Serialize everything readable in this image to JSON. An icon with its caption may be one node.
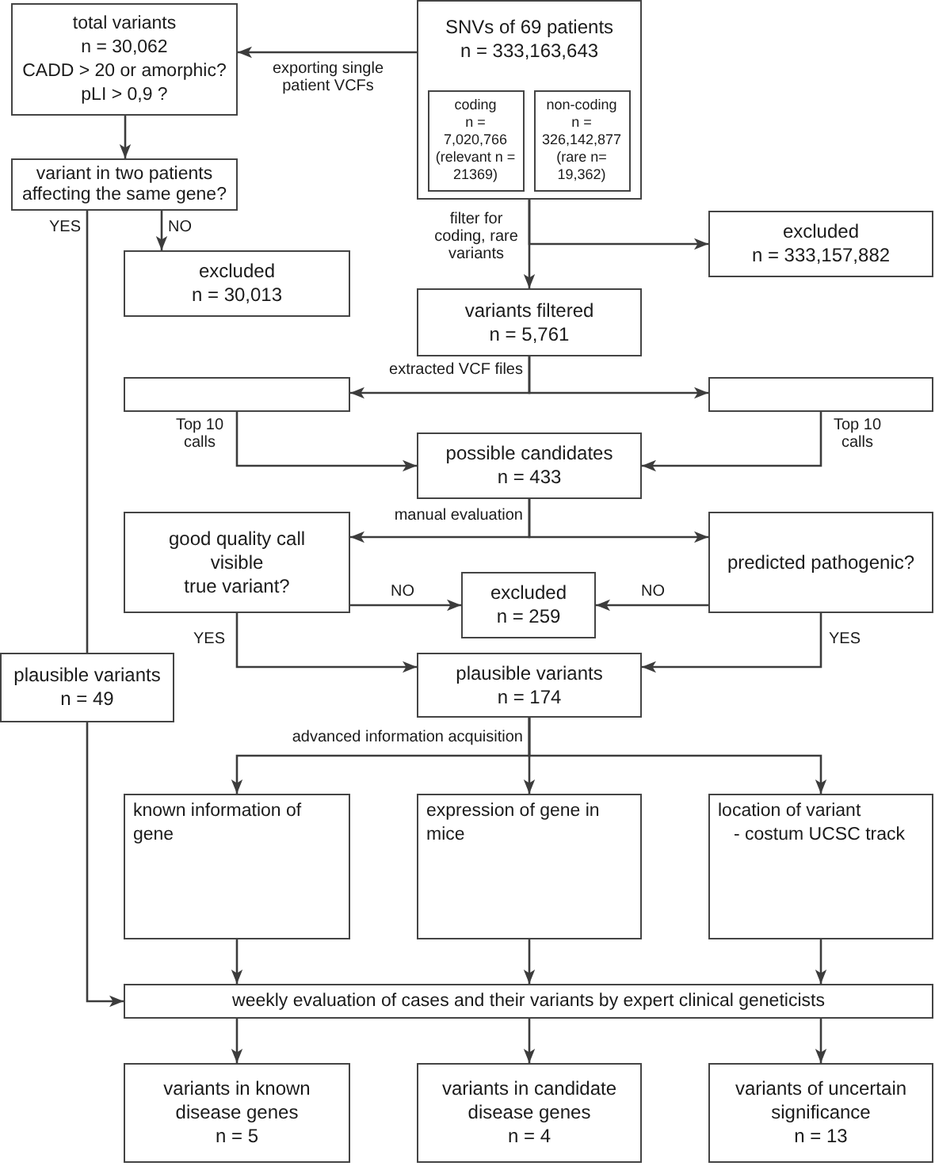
{
  "diagram": {
    "nodes": [
      {
        "text": [
          "total variants",
          "n = 30,062",
          "CADD > 20 or amorphic?",
          "pLI > 0,9 ?"
        ]
      },
      {
        "text": [
          "SNVs of 69 patients",
          "n = 333,163,643"
        ]
      },
      {
        "text": [
          "coding",
          "n = 7,020,766",
          "(relevant n = 21369)"
        ],
        "in": 1
      },
      {
        "text": [
          "non-coding",
          "n = 326,142,877",
          "(rare n= 19,362)"
        ],
        "in": 1
      },
      {
        "text": [
          "variant in two patients affecting the same gene?"
        ]
      },
      {
        "text": [
          "excluded",
          "n = 30,013"
        ]
      },
      {
        "text": [
          "excluded",
          "n = 333,157,882"
        ]
      },
      {
        "text": [
          "variants filtered",
          "n = 5,761"
        ]
      },
      {
        "text": [],
        "shape": "box"
      },
      {
        "text": [],
        "shape": "box"
      },
      {
        "text": [
          "possible candidates",
          "n = 433"
        ]
      },
      {
        "text": [
          "good quality call",
          "visible",
          "true variant?"
        ]
      },
      {
        "text": [
          "predicted pathogenic?"
        ]
      },
      {
        "text": [
          "excluded",
          "n = 259"
        ]
      },
      {
        "text": [
          "plausible variants",
          "n = 49"
        ]
      },
      {
        "text": [
          "plausible variants",
          "n = 174"
        ]
      },
      {
        "text": [
          "known information of gene"
        ]
      },
      {
        "text": [
          "expression of gene in mice"
        ]
      },
      {
        "text": [
          "location of variant",
          "- costum UCSC track"
        ]
      },
      {
        "text": [
          "weekly evaluation of cases and their variants by expert clinical geneticists"
        ]
      },
      {
        "text": [
          "variants in known disease genes",
          "n = 5"
        ]
      },
      {
        "text": [
          "variants in candidate disease genes",
          "n = 4"
        ]
      },
      {
        "text": [
          "variants of uncertain significance",
          "n = 13"
        ]
      }
    ],
    "edges": [
      {
        "from": 1,
        "to": 0,
        "arrow": "to",
        "label": "exporting single patient VCFs"
      },
      {
        "from": 0,
        "to": 4,
        "arrow": "to"
      },
      {
        "from": 4,
        "to": 5,
        "arrow": "to",
        "label": "NO"
      },
      {
        "from": 4,
        "to": 14,
        "arrow": "none",
        "label": "YES"
      },
      {
        "from": 1,
        "to": 7,
        "arrow": "to",
        "label": "filter for coding, rare variants"
      },
      {
        "from": 1,
        "to": 6,
        "arrow": "to"
      },
      {
        "from": 7,
        "to": 8,
        "arrow": "to",
        "label": "extracted VCF files"
      },
      {
        "from": 7,
        "to": 9,
        "arrow": "to"
      },
      {
        "from": 8,
        "to": 10,
        "arrow": "to",
        "label": "Top 10 calls"
      },
      {
        "from": 9,
        "to": 10,
        "arrow": "to",
        "label": "Top 10 calls"
      },
      {
        "from": 10,
        "to": 11,
        "arrow": "to",
        "label": "manual evaluation"
      },
      {
        "from": 10,
        "to": 12,
        "arrow": "to"
      },
      {
        "from": 11,
        "to": 13,
        "arrow": "to",
        "label": "NO"
      },
      {
        "from": 12,
        "to": 13,
        "arrow": "to",
        "label": "NO"
      },
      {
        "from": 11,
        "to": 15,
        "arrow": "to",
        "label": "YES"
      },
      {
        "from": 12,
        "to": 15,
        "arrow": "to",
        "label": "YES"
      },
      {
        "from": 15,
        "to": 16,
        "arrow": "to",
        "label": "advanced information acquisition"
      },
      {
        "from": 15,
        "to": 17,
        "arrow": "to"
      },
      {
        "from": 15,
        "to": 18,
        "arrow": "to"
      },
      {
        "from": 14,
        "to": 19,
        "arrow": "to"
      },
      {
        "from": 16,
        "to": 19,
        "arrow": "to"
      },
      {
        "from": 17,
        "to": 19,
        "arrow": "to"
      },
      {
        "from": 18,
        "to": 19,
        "arrow": "to"
      },
      {
        "from": 19,
        "to": 20,
        "arrow": "to"
      },
      {
        "from": 19,
        "to": 21,
        "arrow": "to"
      },
      {
        "from": 19,
        "to": 22,
        "arrow": "to"
      }
    ]
  }
}
